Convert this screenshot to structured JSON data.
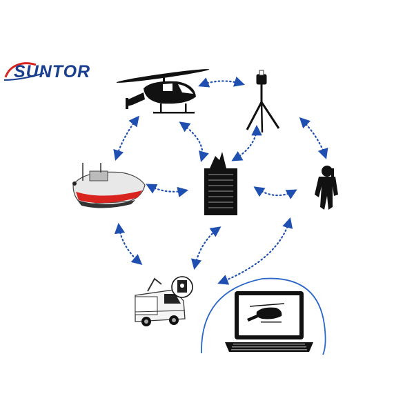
{
  "logo": {
    "text": "SUNTOR",
    "color": "#1a3f8f",
    "swoosh_color": "#d8231f"
  },
  "diagram": {
    "link_color": "#1f4fb0",
    "nodes": [
      {
        "id": "helicopter",
        "icon": "helicopter-icon"
      },
      {
        "id": "tripod-relay",
        "icon": "tripod-antenna-icon"
      },
      {
        "id": "boat",
        "icon": "boat-icon"
      },
      {
        "id": "command-tower",
        "icon": "tower-building-icon"
      },
      {
        "id": "soldier",
        "icon": "soldier-icon"
      },
      {
        "id": "command-vehicle",
        "icon": "van-icon"
      },
      {
        "id": "laptop-monitor",
        "icon": "laptop-icon"
      }
    ],
    "links": [
      [
        "helicopter",
        "tripod-relay"
      ],
      [
        "helicopter",
        "boat"
      ],
      [
        "helicopter",
        "command-tower"
      ],
      [
        "tripod-relay",
        "command-tower"
      ],
      [
        "tripod-relay",
        "soldier"
      ],
      [
        "boat",
        "command-tower"
      ],
      [
        "soldier",
        "command-tower"
      ],
      [
        "boat",
        "command-vehicle"
      ],
      [
        "command-vehicle",
        "command-tower"
      ],
      [
        "soldier",
        "laptop-monitor"
      ]
    ]
  }
}
